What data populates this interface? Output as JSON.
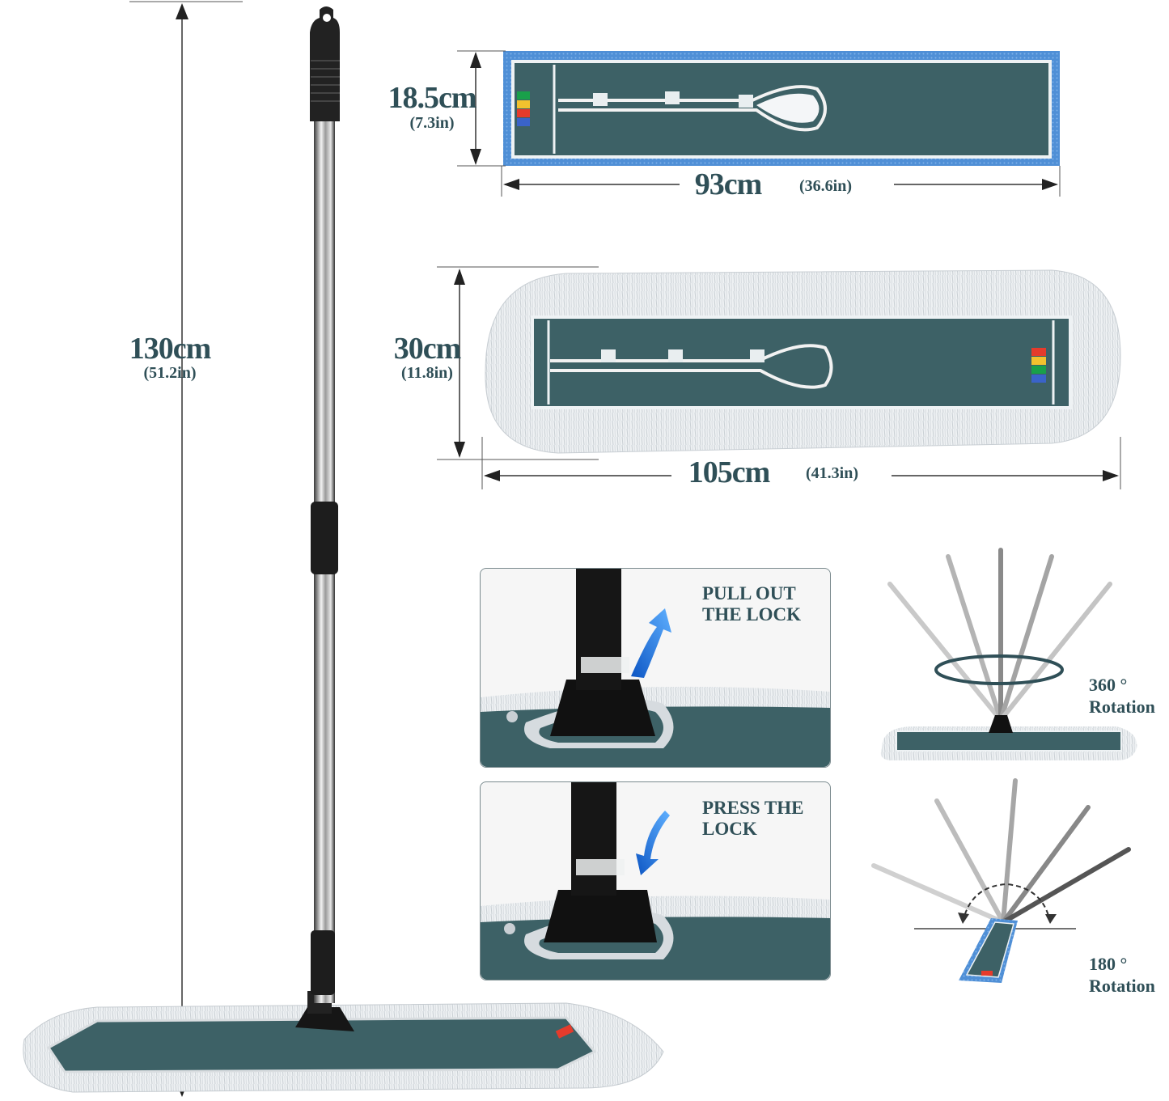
{
  "dimensions": {
    "handle_length": {
      "metric": "130cm",
      "imperial": "(51.2in)"
    },
    "pad_height": {
      "metric": "18.5cm",
      "imperial": "(7.3in)"
    },
    "pad_width": {
      "metric": "93cm",
      "imperial": "(36.6in)"
    },
    "dust_mop_height": {
      "metric": "30cm",
      "imperial": "(11.8in)"
    },
    "dust_mop_width": {
      "metric": "105cm",
      "imperial": "(41.3in)"
    }
  },
  "steps": [
    {
      "line1": "PULL OUT",
      "line2": "THE LOCK"
    },
    {
      "line1": "PRESS THE",
      "line2": "LOCK"
    }
  ],
  "rotations": [
    {
      "degrees": "360 °",
      "label": "Rotation"
    },
    {
      "degrees": "180 °",
      "label": "Rotation"
    }
  ],
  "colors": {
    "pad_teal": "#3d6166",
    "text_teal": "#2f4f57",
    "microfiber_blue": "#4f8fd6",
    "fringe": "#e8ecef",
    "arrow_blue": "#1f6fd9"
  },
  "icons": [
    "up-arrow-icon",
    "down-arrow-icon",
    "color-tag-icon"
  ]
}
